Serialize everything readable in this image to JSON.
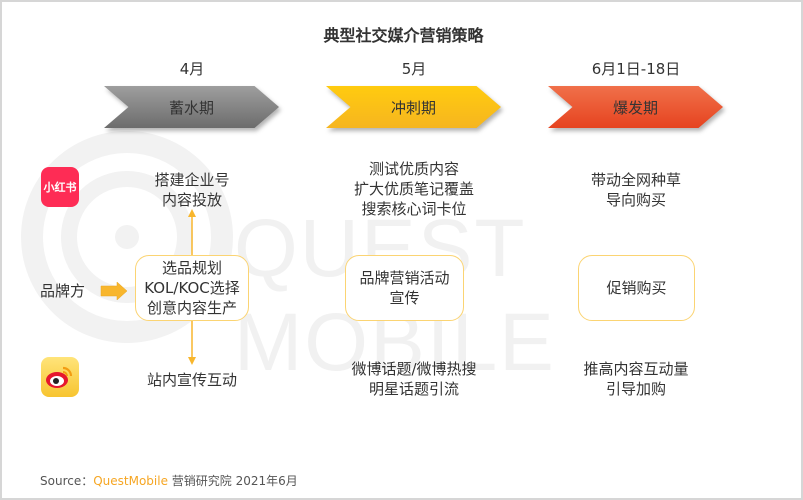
{
  "title": "典型社交媒介营销策略",
  "phases": [
    {
      "date": "4月",
      "label": "蓄水期",
      "color": "#8a8a8a"
    },
    {
      "date": "5月",
      "label": "冲刺期",
      "color": "#fcc215"
    },
    {
      "date": "6月1日-18日",
      "label": "爆发期",
      "color": "#eb5a33"
    }
  ],
  "rows": {
    "xiaohongshu": {
      "icon_label": "小红书",
      "icon": "xiaohongshu-logo-icon",
      "cells": [
        [
          "搭建企业号",
          "内容投放"
        ],
        [
          "测试优质内容",
          "扩大优质笔记覆盖",
          "搜索核心词卡位"
        ],
        [
          "带动全网种草",
          "导向购买"
        ]
      ]
    },
    "brand": {
      "label": "品牌方",
      "cells": [
        [
          "选品规划",
          "KOL/KOC选择",
          "创意内容生产"
        ],
        [
          "品牌营销活动",
          "宣传"
        ],
        [
          "促销购买"
        ]
      ]
    },
    "weibo": {
      "icon": "weibo-logo-icon",
      "cells": [
        [
          "站内宣传互动"
        ],
        [
          "微博话题/微博热搜",
          "明星话题引流"
        ],
        [
          "推高内容互动量",
          "引导加购"
        ]
      ]
    }
  },
  "watermark": "QUEST MOBILE",
  "source": {
    "prefix": "Source：",
    "brand": "QuestMobile",
    "suffix": " 营销研究院 2021年6月"
  },
  "colors": {
    "accent_yellow": "#fbd473",
    "arrow_orange": "#f8b62d",
    "xhs_red": "#fe2c55"
  }
}
